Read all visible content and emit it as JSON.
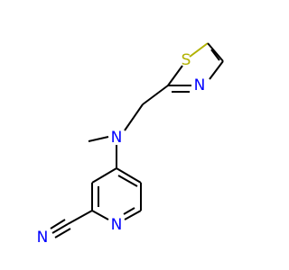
{
  "molecule": {
    "atoms": {
      "amine_n": "N",
      "thiazole_s": "S",
      "thiazole_n": "N",
      "pyridine_n": "N",
      "nitrile_n": "N"
    },
    "colors": {
      "carbon_bond": "#000000",
      "nitrogen": "#0000ff",
      "sulfur": "#b2b200"
    }
  }
}
